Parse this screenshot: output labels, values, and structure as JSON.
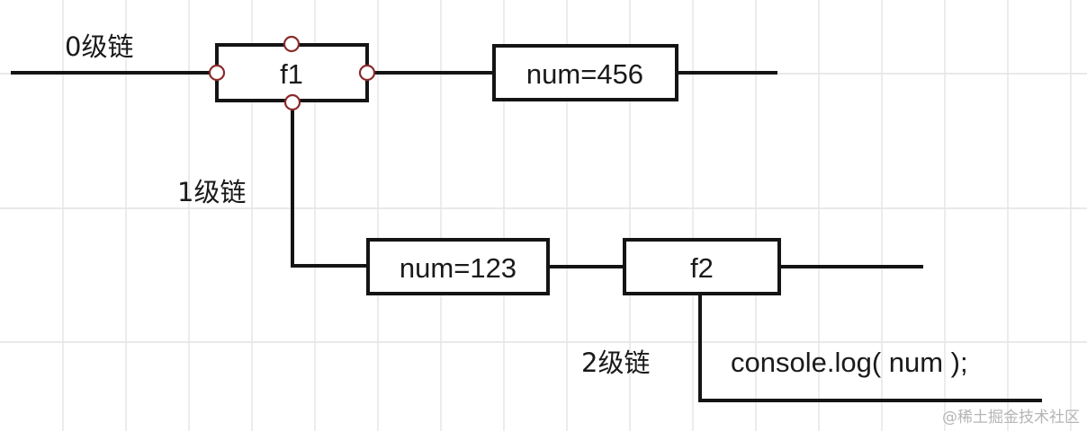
{
  "diagram": {
    "labels": {
      "level0": "0级链",
      "level1": "1级链",
      "level2": "2级链"
    },
    "nodes": {
      "f1": "f1",
      "num456": "num=456",
      "num123": "num=123",
      "f2": "f2"
    },
    "code": "console.log( num );",
    "watermark": "@稀土掘金技术社区"
  },
  "colors": {
    "line": "#141414",
    "port_stroke": "#8a2a2a",
    "grid": "#e6e6e6",
    "background": "#ffffff"
  }
}
